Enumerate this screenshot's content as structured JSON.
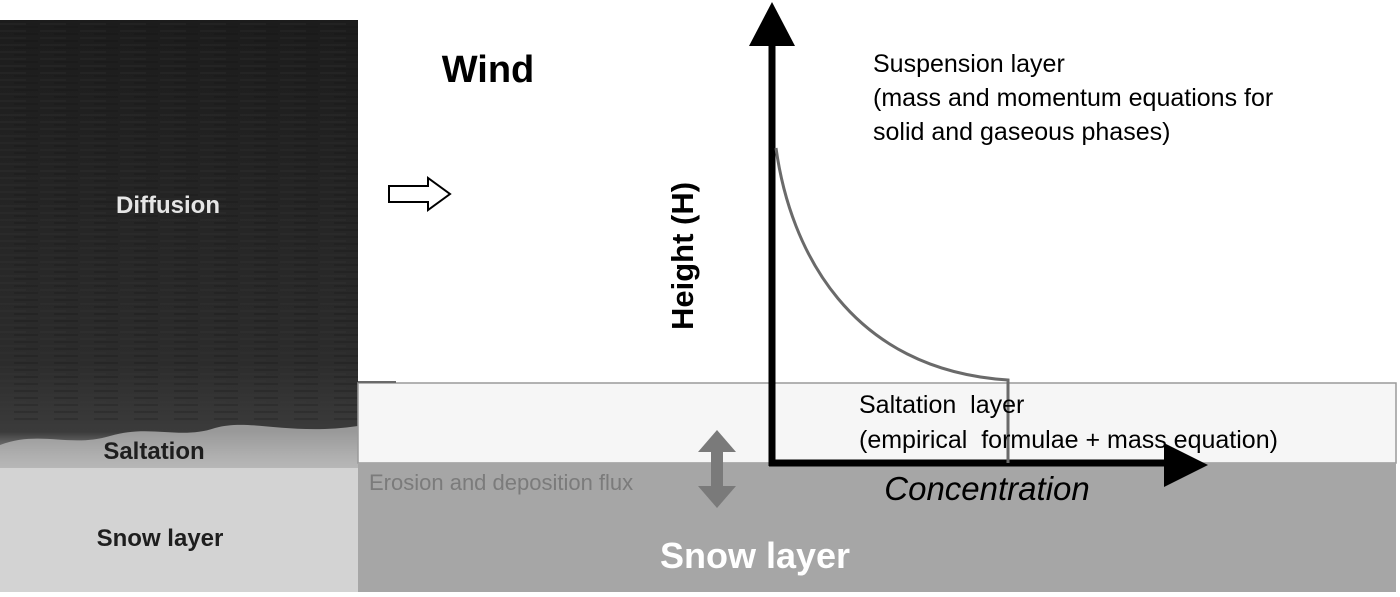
{
  "photo": {
    "diffusion_label": "Diffusion",
    "saltation_label": "Saltation",
    "snow_label": "Snow layer"
  },
  "wind_label": "Wind",
  "flux_label": "Erosion and deposition flux",
  "snow_layer_label": "Snow layer",
  "axes": {
    "y_label": "Height (H)",
    "x_label": "Concentration"
  },
  "suspension": {
    "title": "Suspension layer",
    "line1": "(mass and momentum equations for",
    "line2": "solid and gaseous phases)"
  },
  "saltation": {
    "title": "Saltation  layer",
    "detail": "(empirical  formulae + mass equation)"
  },
  "colors": {
    "photo_top": "#1a1a1a",
    "photo_snow": "#d0d0d0",
    "snow_band": "#a6a6a6",
    "saltation_band": "#f6f6f6",
    "curve": "#6a6a6a",
    "flux_arrow": "#7a7a7a"
  }
}
